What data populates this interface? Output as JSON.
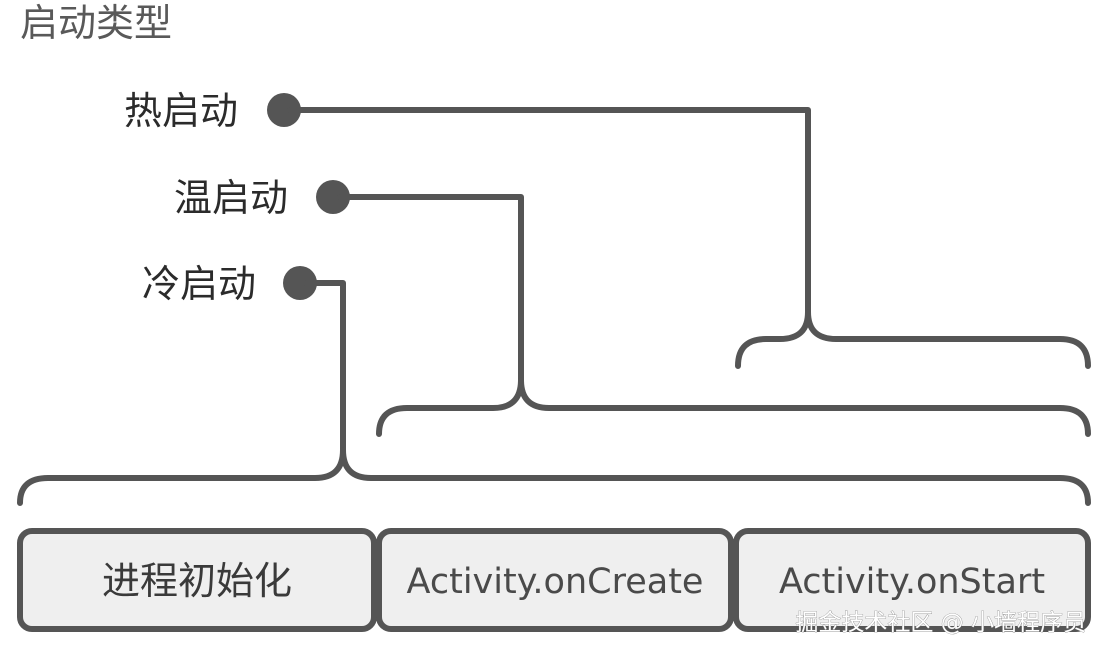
{
  "diagram": {
    "title": "启动类型",
    "start_types": [
      {
        "label": "热启动"
      },
      {
        "label": "温启动"
      },
      {
        "label": "冷启动"
      }
    ],
    "phases": [
      {
        "label": "进程初始化"
      },
      {
        "label": "Activity.onCreate"
      },
      {
        "label": "Activity.onStart"
      }
    ],
    "watermark": "掘金技术社区 @ 小墙程序员",
    "colors": {
      "line": "#555555",
      "box_fill": "#efefef",
      "text": "#2b2b2b"
    }
  }
}
